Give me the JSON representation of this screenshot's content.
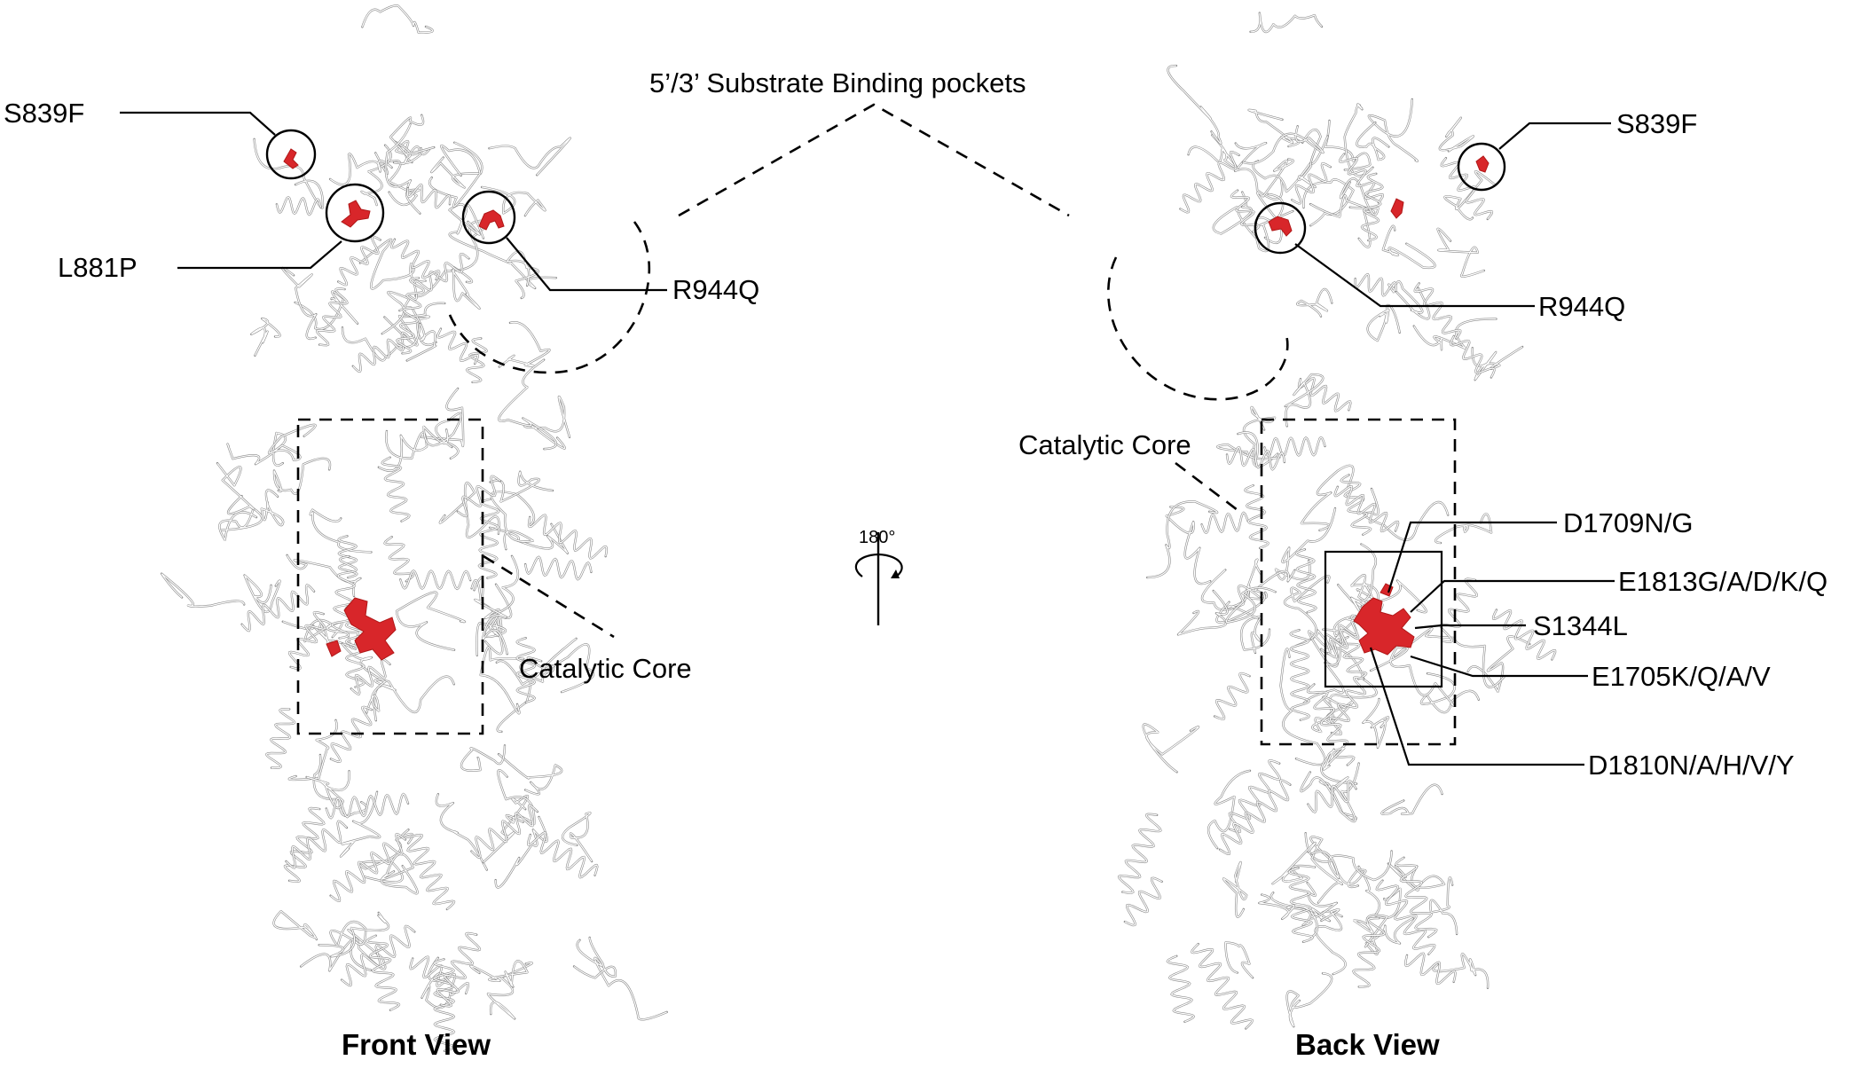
{
  "figure": {
    "annotations": {
      "substrate_pockets": "5’/3’ Substrate Binding pockets",
      "rotation": "180°"
    },
    "front_view": {
      "title": "Front View",
      "core_label": "Catalytic Core",
      "mutations": [
        "S839F",
        "L881P",
        "R944Q"
      ]
    },
    "back_view": {
      "title": "Back View",
      "core_label": "Catalytic Core",
      "mutations": [
        "S839F",
        "R944Q",
        "D1709N/G",
        "E1813G/A/D/K/Q",
        "S1344L",
        "E1705K/Q/A/V",
        "D1810N/A/H/V/Y"
      ]
    },
    "colors": {
      "mutation": "#d8262a",
      "ribbon": "#8a8a8a",
      "line": "#000000"
    }
  }
}
